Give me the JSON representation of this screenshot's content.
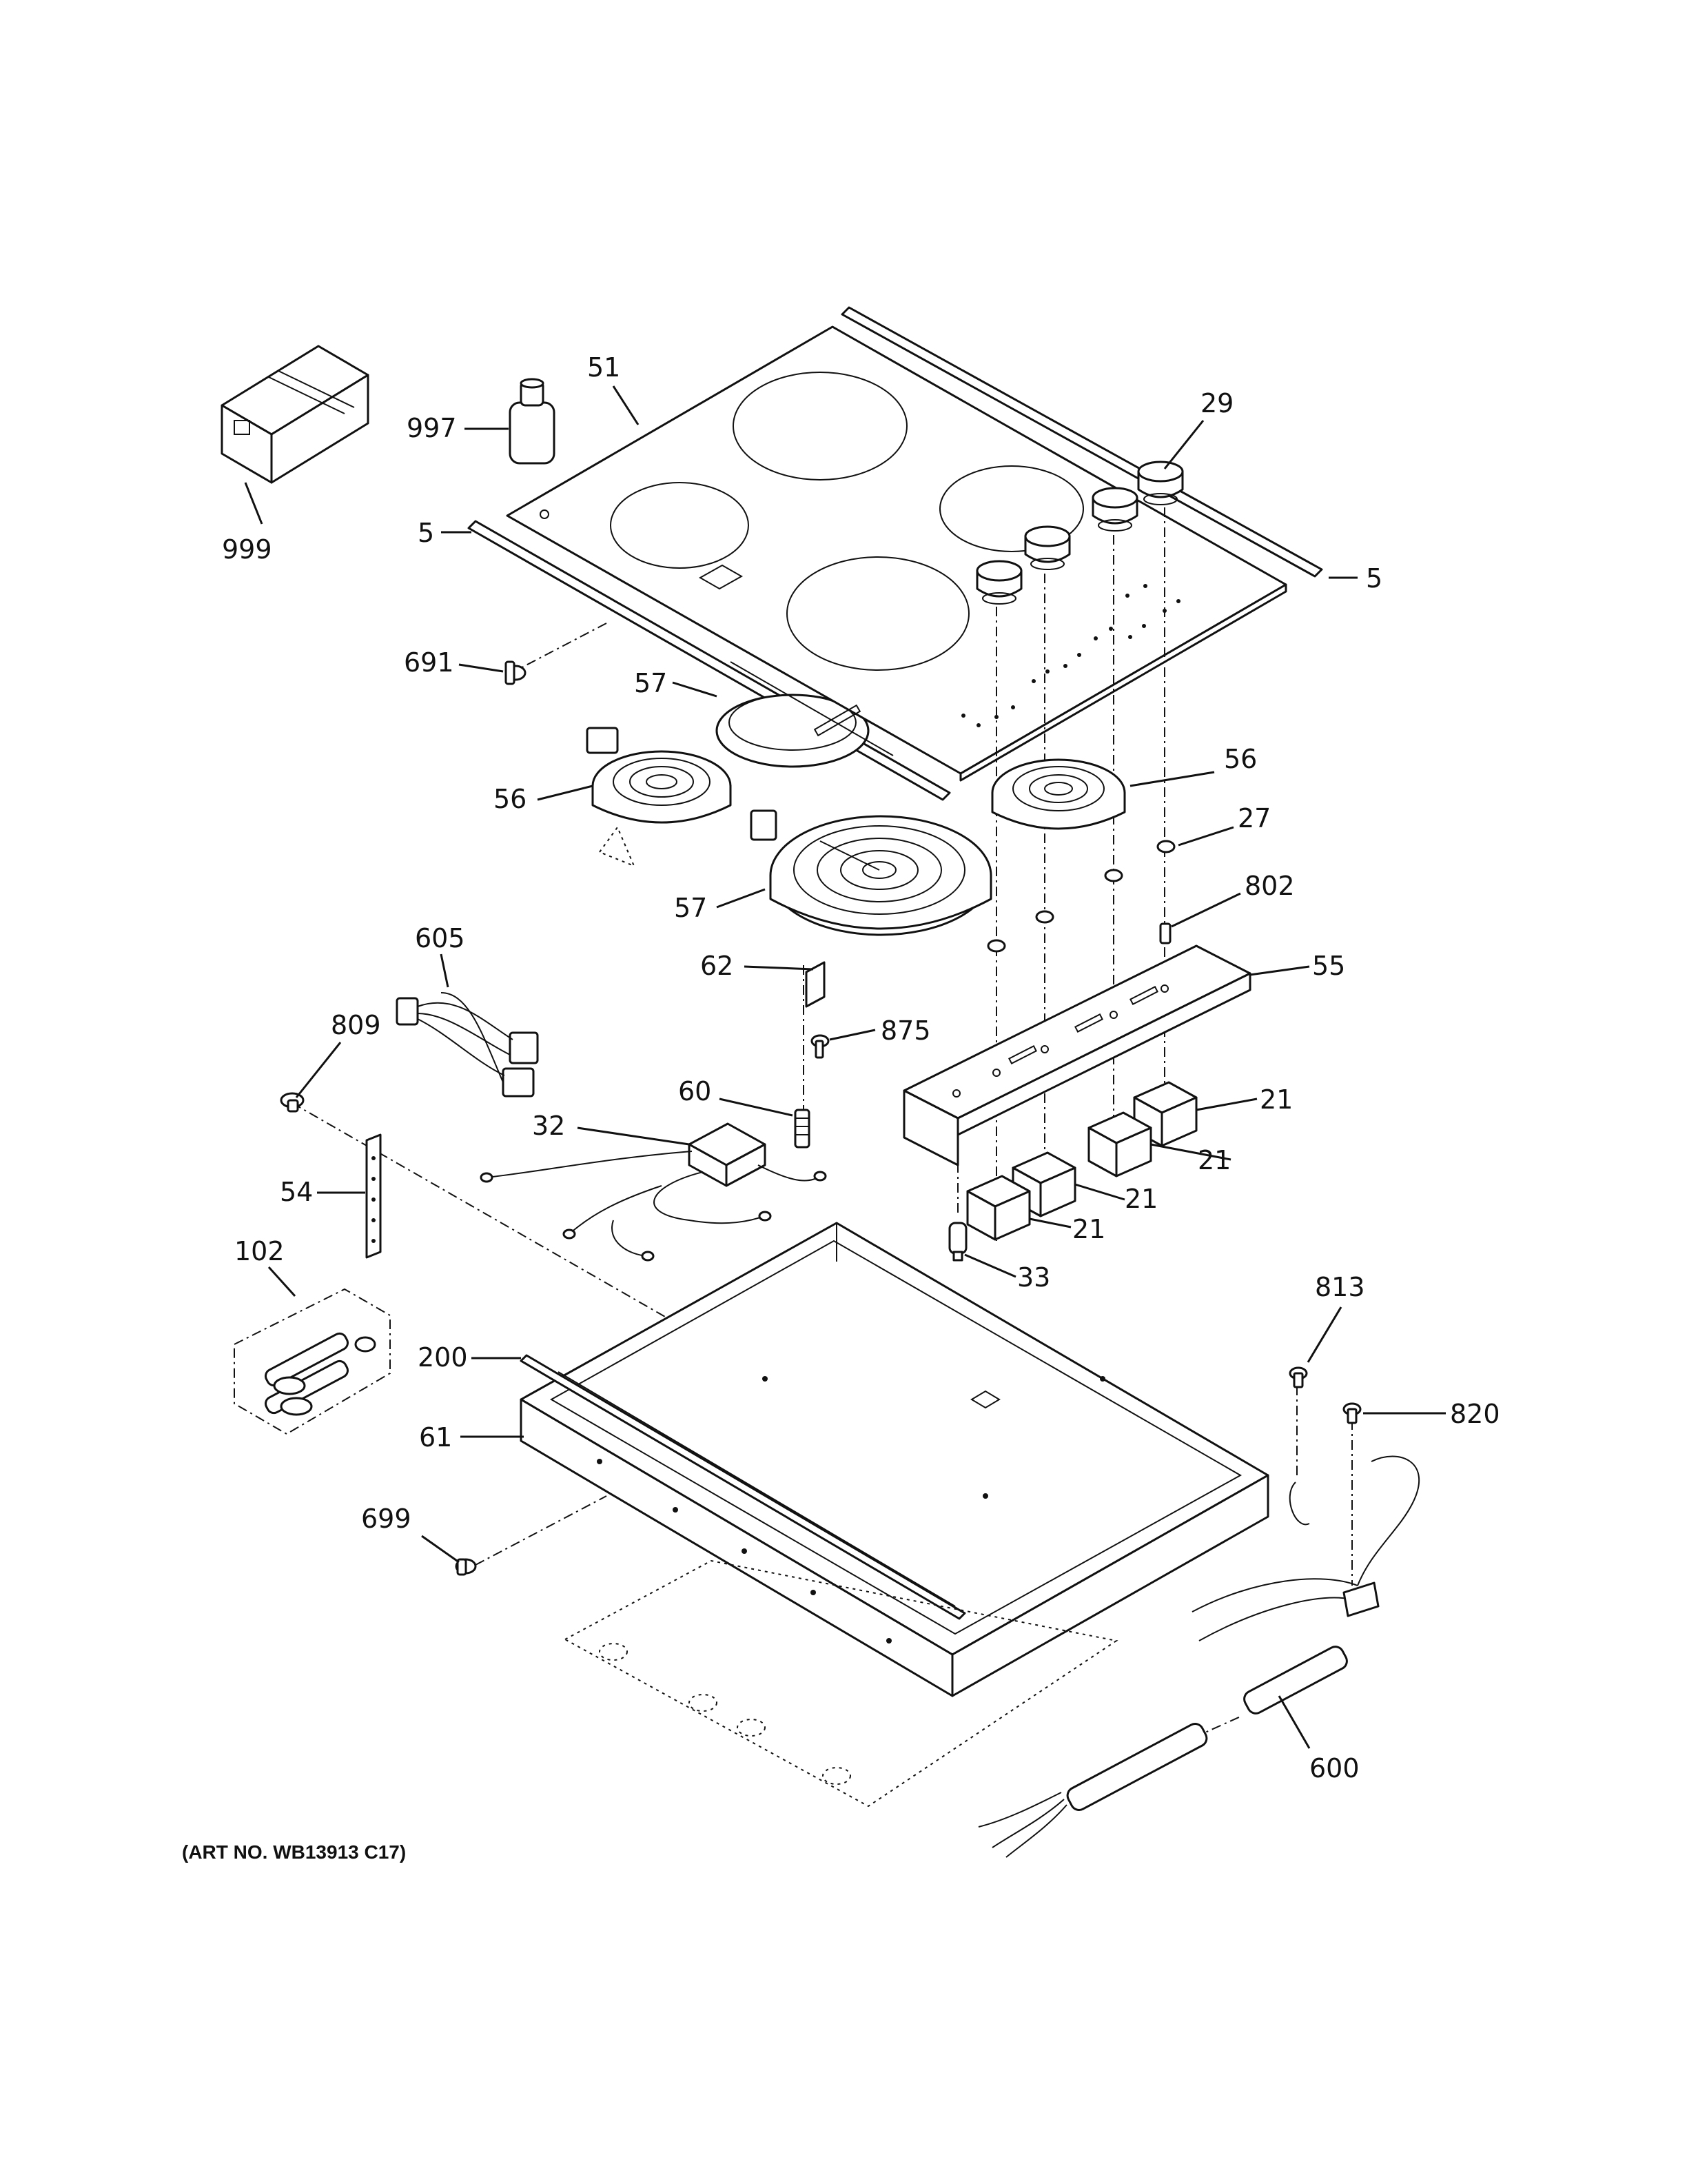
{
  "art_number": "(ART NO. WB13913 C17)",
  "callouts": [
    {
      "id": "999"
    },
    {
      "id": "997"
    },
    {
      "id": "51"
    },
    {
      "id": "29"
    },
    {
      "id": "5"
    },
    {
      "id": "5"
    },
    {
      "id": "691"
    },
    {
      "id": "57"
    },
    {
      "id": "56"
    },
    {
      "id": "56"
    },
    {
      "id": "27"
    },
    {
      "id": "57"
    },
    {
      "id": "802"
    },
    {
      "id": "605"
    },
    {
      "id": "62"
    },
    {
      "id": "55"
    },
    {
      "id": "809"
    },
    {
      "id": "875"
    },
    {
      "id": "60"
    },
    {
      "id": "21"
    },
    {
      "id": "32"
    },
    {
      "id": "21"
    },
    {
      "id": "54"
    },
    {
      "id": "21"
    },
    {
      "id": "21"
    },
    {
      "id": "33"
    },
    {
      "id": "102"
    },
    {
      "id": "813"
    },
    {
      "id": "200"
    },
    {
      "id": "820"
    },
    {
      "id": "61"
    },
    {
      "id": "699"
    },
    {
      "id": "600"
    }
  ]
}
